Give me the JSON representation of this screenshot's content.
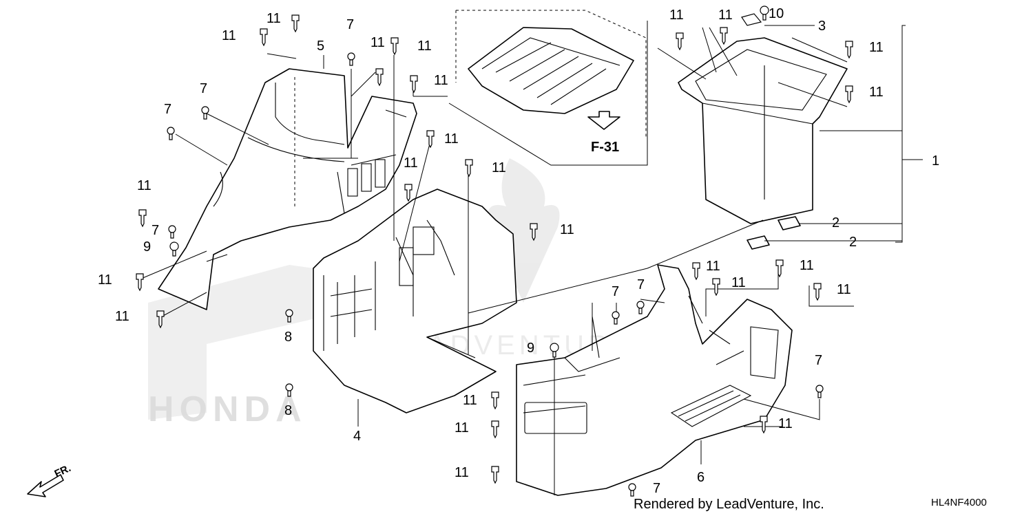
{
  "callouts": [
    {
      "id": "c1",
      "text": "1"
    },
    {
      "id": "c2a",
      "text": "2"
    },
    {
      "id": "c2b",
      "text": "2"
    },
    {
      "id": "c3",
      "text": "3"
    },
    {
      "id": "c4",
      "text": "4"
    },
    {
      "id": "c5",
      "text": "5"
    },
    {
      "id": "c6",
      "text": "6"
    },
    {
      "id": "c10",
      "text": "10"
    },
    {
      "id": "c7a",
      "text": "7"
    },
    {
      "id": "c7b",
      "text": "7"
    },
    {
      "id": "c7c",
      "text": "7"
    },
    {
      "id": "c7d",
      "text": "7"
    },
    {
      "id": "c7e",
      "text": "7"
    },
    {
      "id": "c7f",
      "text": "7"
    },
    {
      "id": "c7g",
      "text": "7"
    },
    {
      "id": "c7h",
      "text": "7"
    },
    {
      "id": "c8a",
      "text": "8"
    },
    {
      "id": "c8b",
      "text": "8"
    },
    {
      "id": "c9a",
      "text": "9"
    },
    {
      "id": "c9b",
      "text": "9"
    },
    {
      "id": "c11a",
      "text": "11"
    },
    {
      "id": "c11b",
      "text": "11"
    },
    {
      "id": "c11c",
      "text": "11"
    },
    {
      "id": "c11d",
      "text": "11"
    },
    {
      "id": "c11e",
      "text": "11"
    },
    {
      "id": "c11f",
      "text": "11"
    },
    {
      "id": "c11g",
      "text": "11"
    },
    {
      "id": "c11h",
      "text": "11"
    },
    {
      "id": "c11i",
      "text": "11"
    },
    {
      "id": "c11j",
      "text": "11"
    },
    {
      "id": "c11k",
      "text": "11"
    },
    {
      "id": "c11l",
      "text": "11"
    },
    {
      "id": "c11m",
      "text": "11"
    },
    {
      "id": "c11n",
      "text": "11"
    },
    {
      "id": "c11o",
      "text": "11"
    },
    {
      "id": "c11p",
      "text": "11"
    },
    {
      "id": "c11q",
      "text": "11"
    },
    {
      "id": "c11r",
      "text": "11"
    },
    {
      "id": "c11s",
      "text": "11"
    },
    {
      "id": "c11t",
      "text": "11"
    },
    {
      "id": "c11u",
      "text": "11"
    },
    {
      "id": "c11v",
      "text": "11"
    },
    {
      "id": "c11w",
      "text": "11"
    }
  ],
  "reference": "F-31",
  "direction_label": "FR.",
  "footer": "Rendered by LeadVenture, Inc.",
  "diagram_code": "HL4NF4000",
  "watermark": {
    "brand": "HONDA",
    "dealer": "LEADVENTURE"
  },
  "colors": {
    "line": "#000000",
    "watermark": "#dcdcdc",
    "background": "#ffffff"
  }
}
